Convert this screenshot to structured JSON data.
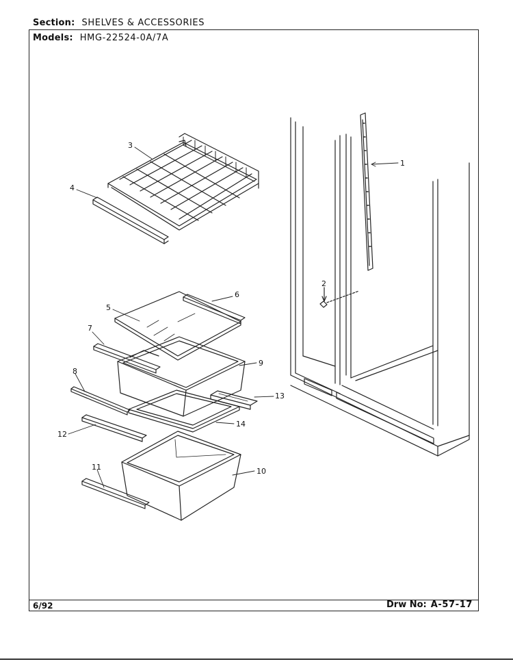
{
  "header": {
    "section_label": "Section:",
    "section_value": "SHELVES & ACCESSORIES",
    "models_label": "Models:",
    "models_value": "HMG-22524-0A/7A"
  },
  "footer": {
    "date": "6/92",
    "drawing_label": "Drw No:",
    "drawing_value": "A-57-17"
  },
  "callouts": {
    "c1": "1",
    "c2": "2",
    "c3": "3",
    "c4": "4",
    "c5": "5",
    "c6": "6",
    "c7": "7",
    "c8": "8",
    "c9": "9",
    "c10": "10",
    "c11": "11",
    "c12": "12",
    "c13": "13",
    "c14": "14"
  }
}
